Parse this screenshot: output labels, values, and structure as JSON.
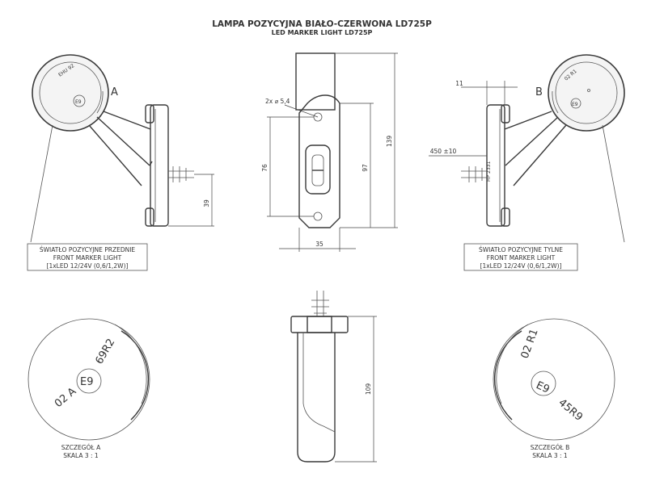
{
  "title": "LAMPA POZYCYJNA BIAŁO-CZERWONA LD725P",
  "subtitle": "LED MARKER LIGHT LD725P",
  "front_label": {
    "line1": "ŚWIATŁO POZYCYJNE PRZEDNIE",
    "line2": "FRONT MARKER LIGHT",
    "line3": "[1xLED 12/24V (0,6/1,2W)]"
  },
  "rear_label": {
    "line1": "ŚWIATŁO POZYCYJNE TYLNE",
    "line2": "FRONT MARKER LIGHT",
    "line3": "[1xLED 12/24V (0,6/1,2W)]"
  },
  "callouts": {
    "a": "A",
    "b": "B"
  },
  "dimensions": {
    "holes": "2x ⌀ 5,4",
    "d76": "76",
    "d97": "97",
    "d139": "139",
    "d35": "35",
    "d39": "39",
    "d11": "11",
    "d450": "450 ±10",
    "d109": "109"
  },
  "markings": {
    "front_lamp_top": "EHU 92",
    "front_lamp_code": "02 A",
    "front_lamp_e": "E9",
    "front_lamp_num": "69R2",
    "rear_lamp_code": "02 R1",
    "rear_lamp_e": "E9",
    "rear_lamp_num": "45R9",
    "cable_label": "HP 2331"
  },
  "detail_a": {
    "title": "SZCZEGÓŁ A",
    "scale": "SKALA 3 : 1",
    "code": "02 A",
    "e": "E9",
    "num": "69R2"
  },
  "detail_b": {
    "title": "SZCZEGÓŁ B",
    "scale": "SKALA 3 : 1",
    "code": "02 R1",
    "e": "E9",
    "num": "45R9"
  },
  "colors": {
    "line": "#3a3a3a",
    "background": "#ffffff"
  }
}
